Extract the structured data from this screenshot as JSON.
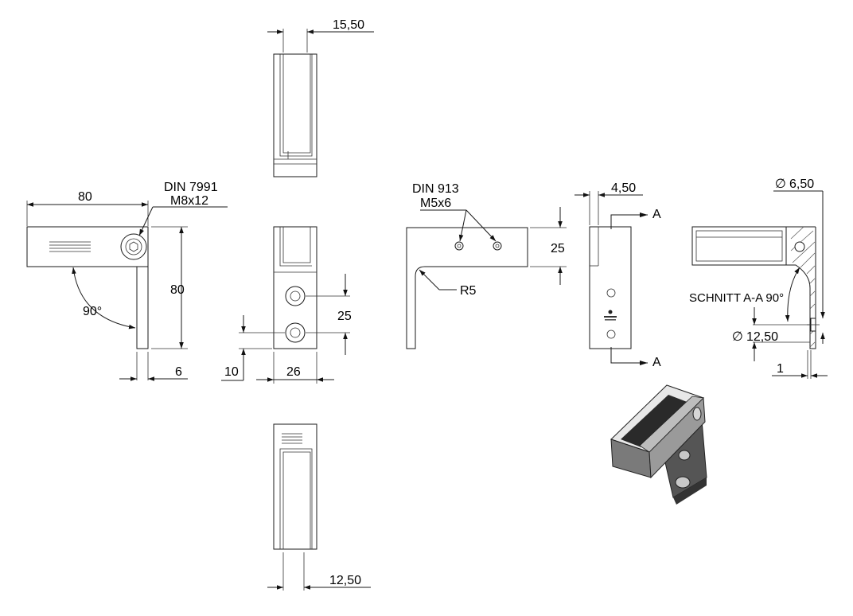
{
  "drawing": {
    "front_view": {
      "dim_width": "80",
      "dim_height": "80",
      "dim_plate": "6",
      "angle": "90°",
      "screw_standard": "DIN 7991",
      "screw_size": "M8x12"
    },
    "top_view": {
      "dim_gap": "15,50"
    },
    "side_view": {
      "dim_hole_spacing": "25",
      "dim_hole_offset": "10",
      "dim_width": "26"
    },
    "bottom_view": {
      "dim_gap": "12,50"
    },
    "middle_view": {
      "screw_standard": "DIN 913",
      "screw_size": "M5x6",
      "dim_height": "25",
      "radius": "R5"
    },
    "section_side_view": {
      "dim_thickness": "4,50",
      "section_mark_top": "A",
      "section_mark_bottom": "A"
    },
    "section_view": {
      "title": "SCHNITT A-A 90°",
      "dim_hole_small": "6,50",
      "dim_hole_large": "12,50",
      "dim_step": "1",
      "diameter_symbol": "∅"
    }
  }
}
